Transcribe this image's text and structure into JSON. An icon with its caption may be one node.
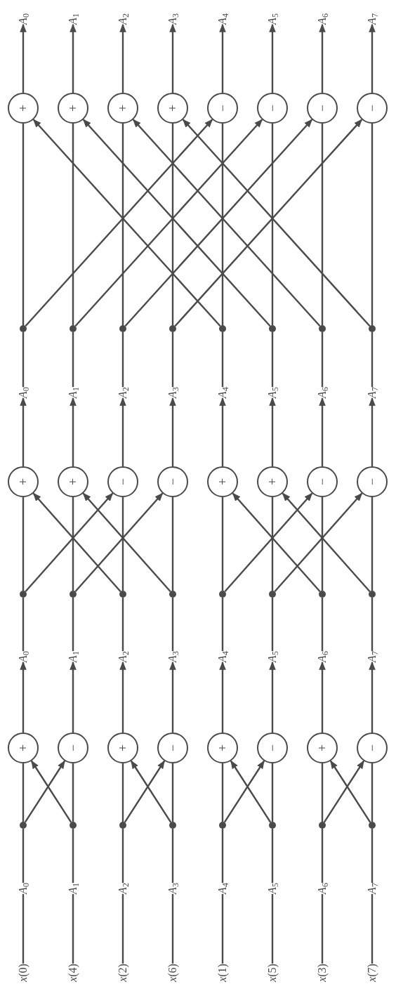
{
  "diagram": {
    "nodes": [
      {
        "text": [
          "*x*(0)"
        ]
      },
      {
        "text": [
          "*x*(4)"
        ]
      },
      {
        "text": [
          "*x*(2)"
        ]
      },
      {
        "text": [
          "*x*(6)"
        ]
      },
      {
        "text": [
          "*x*(1)"
        ]
      },
      {
        "text": [
          "*x*(5)"
        ]
      },
      {
        "text": [
          "*x*(3)"
        ]
      },
      {
        "text": [
          "*x*(7)"
        ]
      },
      {
        "text": [
          "*A*$_{0}$"
        ]
      },
      {
        "text": [
          "*A*$_{1}$"
        ]
      },
      {
        "text": [
          "*A*$_{2}$"
        ]
      },
      {
        "text": [
          "*A*$_{3}$"
        ]
      },
      {
        "text": [
          "*A*$_{4}$"
        ]
      },
      {
        "text": [
          "*A*$_{5}$"
        ]
      },
      {
        "text": [
          "*A*$_{6}$"
        ]
      },
      {
        "text": [
          "*A*$_{7}$"
        ]
      },
      {
        "text": [],
        "shape": "dot"
      },
      {
        "text": [],
        "shape": "dot"
      },
      {
        "text": [],
        "shape": "dot"
      },
      {
        "text": [],
        "shape": "dot"
      },
      {
        "text": [],
        "shape": "dot"
      },
      {
        "text": [],
        "shape": "dot"
      },
      {
        "text": [],
        "shape": "dot"
      },
      {
        "text": [],
        "shape": "dot"
      },
      {
        "text": [
          "+"
        ]
      },
      {
        "text": [
          "−"
        ]
      },
      {
        "text": [
          "+"
        ]
      },
      {
        "text": [
          "−"
        ]
      },
      {
        "text": [
          "+"
        ]
      },
      {
        "text": [
          "−"
        ]
      },
      {
        "text": [
          "+"
        ]
      },
      {
        "text": [
          "−"
        ]
      },
      {
        "text": [
          "*A*$_{0}$"
        ]
      },
      {
        "text": [
          "*A*$_{1}$"
        ]
      },
      {
        "text": [
          "*A*$_{2}$"
        ]
      },
      {
        "text": [
          "*A*$_{3}$"
        ]
      },
      {
        "text": [
          "*A*$_{4}$"
        ]
      },
      {
        "text": [
          "*A*$_{5}$"
        ]
      },
      {
        "text": [
          "*A*$_{6}$"
        ]
      },
      {
        "text": [
          "*A*$_{7}$"
        ]
      },
      {
        "text": [],
        "shape": "dot"
      },
      {
        "text": [],
        "shape": "dot"
      },
      {
        "text": [],
        "shape": "dot"
      },
      {
        "text": [],
        "shape": "dot"
      },
      {
        "text": [],
        "shape": "dot"
      },
      {
        "text": [],
        "shape": "dot"
      },
      {
        "text": [],
        "shape": "dot"
      },
      {
        "text": [],
        "shape": "dot"
      },
      {
        "text": [
          "+"
        ]
      },
      {
        "text": [
          "+"
        ]
      },
      {
        "text": [
          "−"
        ]
      },
      {
        "text": [
          "−"
        ]
      },
      {
        "text": [
          "+"
        ]
      },
      {
        "text": [
          "+"
        ]
      },
      {
        "text": [
          "−"
        ]
      },
      {
        "text": [
          "−"
        ]
      },
      {
        "text": [
          "*A*$_{0}$"
        ]
      },
      {
        "text": [
          "*A*$_{1}$"
        ]
      },
      {
        "text": [
          "*A*$_{2}$"
        ]
      },
      {
        "text": [
          "*A*$_{3}$"
        ]
      },
      {
        "text": [
          "*A*$_{4}$"
        ]
      },
      {
        "text": [
          "*A*$_{5}$"
        ]
      },
      {
        "text": [
          "*A*$_{6}$"
        ]
      },
      {
        "text": [
          "*A*$_{7}$"
        ]
      },
      {
        "text": [],
        "shape": "dot"
      },
      {
        "text": [],
        "shape": "dot"
      },
      {
        "text": [],
        "shape": "dot"
      },
      {
        "text": [],
        "shape": "dot"
      },
      {
        "text": [],
        "shape": "dot"
      },
      {
        "text": [],
        "shape": "dot"
      },
      {
        "text": [],
        "shape": "dot"
      },
      {
        "text": [],
        "shape": "dot"
      },
      {
        "text": [
          "+"
        ]
      },
      {
        "text": [
          "+"
        ]
      },
      {
        "text": [
          "+"
        ]
      },
      {
        "text": [
          "+"
        ]
      },
      {
        "text": [
          "−"
        ]
      },
      {
        "text": [
          "−"
        ]
      },
      {
        "text": [
          "−"
        ]
      },
      {
        "text": [
          "−"
        ]
      },
      {
        "text": [
          "*A*$_{0}$"
        ]
      },
      {
        "text": [
          "*A*$_{1}$"
        ]
      },
      {
        "text": [
          "*A*$_{2}$"
        ]
      },
      {
        "text": [
          "*A*$_{3}$"
        ]
      },
      {
        "text": [
          "*A*$_{4}$"
        ]
      },
      {
        "text": [
          "*A*$_{5}$"
        ]
      },
      {
        "text": [
          "*A*$_{6}$"
        ]
      },
      {
        "text": [
          "*A*$_{7}$"
        ]
      }
    ],
    "edges": [
      {
        "from": 0,
        "to": 8,
        "arrow": "none"
      },
      {
        "from": 1,
        "to": 9,
        "arrow": "none"
      },
      {
        "from": 2,
        "to": 10,
        "arrow": "none"
      },
      {
        "from": 3,
        "to": 11,
        "arrow": "none"
      },
      {
        "from": 4,
        "to": 12,
        "arrow": "none"
      },
      {
        "from": 5,
        "to": 13,
        "arrow": "none"
      },
      {
        "from": 6,
        "to": 14,
        "arrow": "none"
      },
      {
        "from": 7,
        "to": 15,
        "arrow": "none"
      },
      {
        "from": 8,
        "to": 16,
        "arrow": "none"
      },
      {
        "from": 9,
        "to": 17,
        "arrow": "none"
      },
      {
        "from": 10,
        "to": 18,
        "arrow": "none"
      },
      {
        "from": 11,
        "to": 19,
        "arrow": "none"
      },
      {
        "from": 12,
        "to": 20,
        "arrow": "none"
      },
      {
        "from": 13,
        "to": 21,
        "arrow": "none"
      },
      {
        "from": 14,
        "to": 22,
        "arrow": "none"
      },
      {
        "from": 15,
        "to": 23,
        "arrow": "none"
      },
      {
        "from": 16,
        "to": 24,
        "arrow": "none"
      },
      {
        "from": 17,
        "to": 25,
        "arrow": "none"
      },
      {
        "from": 18,
        "to": 26,
        "arrow": "none"
      },
      {
        "from": 19,
        "to": 27,
        "arrow": "none"
      },
      {
        "from": 20,
        "to": 28,
        "arrow": "none"
      },
      {
        "from": 21,
        "to": 29,
        "arrow": "none"
      },
      {
        "from": 22,
        "to": 30,
        "arrow": "none"
      },
      {
        "from": 23,
        "to": 31,
        "arrow": "none"
      },
      {
        "from": 16,
        "to": 25,
        "arrow": "to"
      },
      {
        "from": 17,
        "to": 24,
        "arrow": "to"
      },
      {
        "from": 18,
        "to": 27,
        "arrow": "to"
      },
      {
        "from": 19,
        "to": 26,
        "arrow": "to"
      },
      {
        "from": 20,
        "to": 29,
        "arrow": "to"
      },
      {
        "from": 21,
        "to": 28,
        "arrow": "to"
      },
      {
        "from": 22,
        "to": 31,
        "arrow": "to"
      },
      {
        "from": 23,
        "to": 30,
        "arrow": "to"
      },
      {
        "from": 24,
        "to": 32,
        "arrow": "to"
      },
      {
        "from": 25,
        "to": 33,
        "arrow": "to"
      },
      {
        "from": 26,
        "to": 34,
        "arrow": "to"
      },
      {
        "from": 27,
        "to": 35,
        "arrow": "to"
      },
      {
        "from": 28,
        "to": 36,
        "arrow": "to"
      },
      {
        "from": 29,
        "to": 37,
        "arrow": "to"
      },
      {
        "from": 30,
        "to": 38,
        "arrow": "to"
      },
      {
        "from": 31,
        "to": 39,
        "arrow": "to"
      },
      {
        "from": 32,
        "to": 40,
        "arrow": "none"
      },
      {
        "from": 33,
        "to": 41,
        "arrow": "none"
      },
      {
        "from": 34,
        "to": 42,
        "arrow": "none"
      },
      {
        "from": 35,
        "to": 43,
        "arrow": "none"
      },
      {
        "from": 36,
        "to": 44,
        "arrow": "none"
      },
      {
        "from": 37,
        "to": 45,
        "arrow": "none"
      },
      {
        "from": 38,
        "to": 46,
        "arrow": "none"
      },
      {
        "from": 39,
        "to": 47,
        "arrow": "none"
      },
      {
        "from": 40,
        "to": 48,
        "arrow": "none"
      },
      {
        "from": 41,
        "to": 49,
        "arrow": "none"
      },
      {
        "from": 42,
        "to": 50,
        "arrow": "none"
      },
      {
        "from": 43,
        "to": 51,
        "arrow": "none"
      },
      {
        "from": 44,
        "to": 52,
        "arrow": "none"
      },
      {
        "from": 45,
        "to": 53,
        "arrow": "none"
      },
      {
        "from": 46,
        "to": 54,
        "arrow": "none"
      },
      {
        "from": 47,
        "to": 55,
        "arrow": "none"
      },
      {
        "from": 40,
        "to": 50,
        "arrow": "to"
      },
      {
        "from": 41,
        "to": 51,
        "arrow": "to"
      },
      {
        "from": 42,
        "to": 48,
        "arrow": "to"
      },
      {
        "from": 43,
        "to": 49,
        "arrow": "to"
      },
      {
        "from": 44,
        "to": 54,
        "arrow": "to"
      },
      {
        "from": 45,
        "to": 55,
        "arrow": "to"
      },
      {
        "from": 46,
        "to": 52,
        "arrow": "to"
      },
      {
        "from": 47,
        "to": 53,
        "arrow": "to"
      },
      {
        "from": 48,
        "to": 56,
        "arrow": "to"
      },
      {
        "from": 49,
        "to": 57,
        "arrow": "to"
      },
      {
        "from": 50,
        "to": 58,
        "arrow": "to"
      },
      {
        "from": 51,
        "to": 59,
        "arrow": "to"
      },
      {
        "from": 52,
        "to": 60,
        "arrow": "to"
      },
      {
        "from": 53,
        "to": 61,
        "arrow": "to"
      },
      {
        "from": 54,
        "to": 62,
        "arrow": "to"
      },
      {
        "from": 55,
        "to": 63,
        "arrow": "to"
      },
      {
        "from": 56,
        "to": 64,
        "arrow": "none"
      },
      {
        "from": 57,
        "to": 65,
        "arrow": "none"
      },
      {
        "from": 58,
        "to": 66,
        "arrow": "none"
      },
      {
        "from": 59,
        "to": 67,
        "arrow": "none"
      },
      {
        "from": 60,
        "to": 68,
        "arrow": "none"
      },
      {
        "from": 61,
        "to": 69,
        "arrow": "none"
      },
      {
        "from": 62,
        "to": 70,
        "arrow": "none"
      },
      {
        "from": 63,
        "to": 71,
        "arrow": "none"
      },
      {
        "from": 64,
        "to": 72,
        "arrow": "none"
      },
      {
        "from": 65,
        "to": 73,
        "arrow": "none"
      },
      {
        "from": 66,
        "to": 74,
        "arrow": "none"
      },
      {
        "from": 67,
        "to": 75,
        "arrow": "none"
      },
      {
        "from": 68,
        "to": 76,
        "arrow": "none"
      },
      {
        "from": 69,
        "to": 77,
        "arrow": "none"
      },
      {
        "from": 70,
        "to": 78,
        "arrow": "none"
      },
      {
        "from": 71,
        "to": 79,
        "arrow": "none"
      },
      {
        "from": 64,
        "to": 76,
        "arrow": "to"
      },
      {
        "from": 65,
        "to": 77,
        "arrow": "to"
      },
      {
        "from": 66,
        "to": 78,
        "arrow": "to"
      },
      {
        "from": 67,
        "to": 79,
        "arrow": "to"
      },
      {
        "from": 68,
        "to": 72,
        "arrow": "to"
      },
      {
        "from": 69,
        "to": 73,
        "arrow": "to"
      },
      {
        "from": 70,
        "to": 74,
        "arrow": "to"
      },
      {
        "from": 71,
        "to": 75,
        "arrow": "to"
      },
      {
        "from": 72,
        "to": 80,
        "arrow": "to"
      },
      {
        "from": 73,
        "to": 81,
        "arrow": "to"
      },
      {
        "from": 74,
        "to": 82,
        "arrow": "to"
      },
      {
        "from": 75,
        "to": 83,
        "arrow": "to"
      },
      {
        "from": 76,
        "to": 84,
        "arrow": "to"
      },
      {
        "from": 77,
        "to": 85,
        "arrow": "to"
      },
      {
        "from": 78,
        "to": 86,
        "arrow": "to"
      },
      {
        "from": 79,
        "to": 87,
        "arrow": "to"
      }
    ]
  }
}
